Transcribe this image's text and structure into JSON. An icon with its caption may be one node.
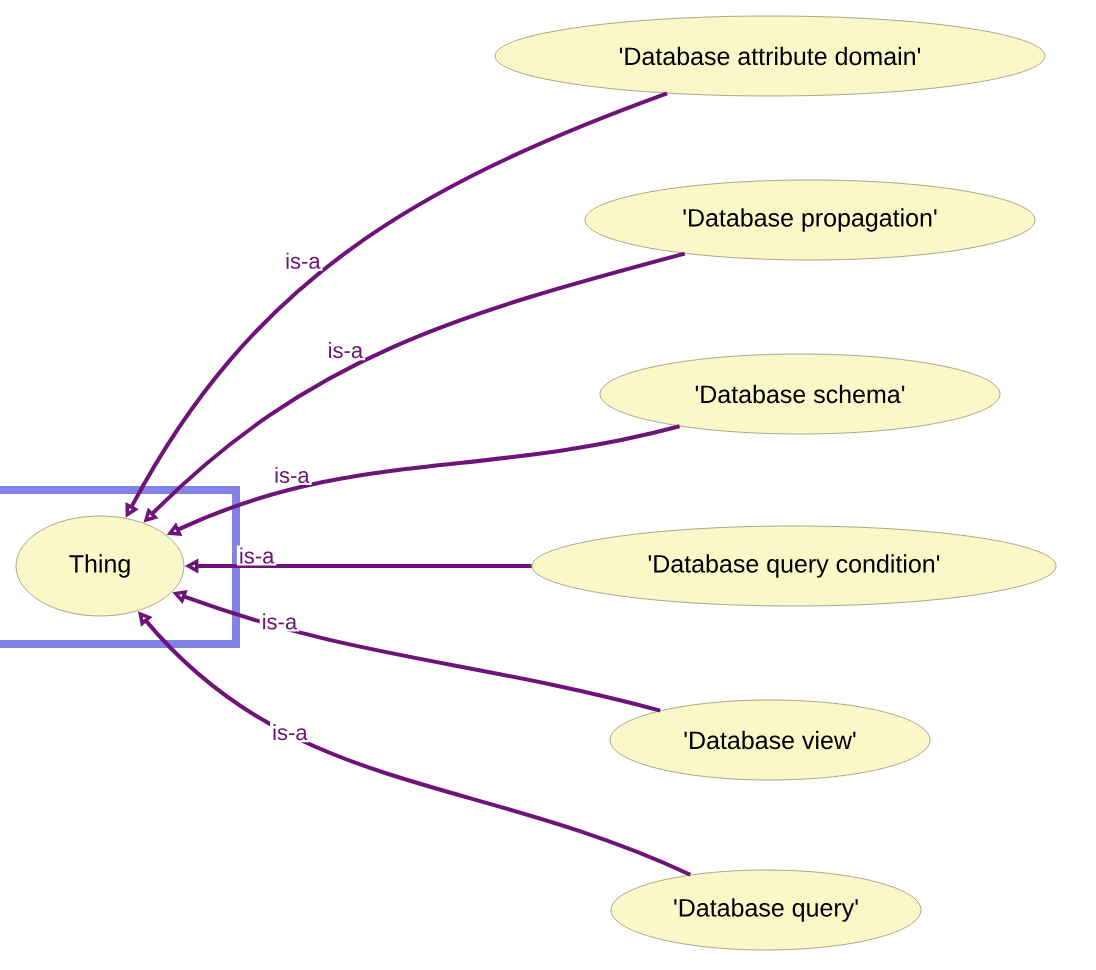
{
  "diagram": {
    "nodes": [
      {
        "text": [
          "Thing"
        ]
      },
      {
        "text": [
          "'Database attribute domain'"
        ]
      },
      {
        "text": [
          "'Database propagation'"
        ]
      },
      {
        "text": [
          "'Database schema'"
        ]
      },
      {
        "text": [
          "'Database query condition'"
        ]
      },
      {
        "text": [
          "'Database view'"
        ]
      },
      {
        "text": [
          "'Database query'"
        ]
      }
    ],
    "edges": [
      {
        "from": 1,
        "to": 0,
        "arrow": "to",
        "label": "is-a"
      },
      {
        "from": 2,
        "to": 0,
        "arrow": "to",
        "label": "is-a"
      },
      {
        "from": 3,
        "to": 0,
        "arrow": "to",
        "label": "is-a"
      },
      {
        "from": 4,
        "to": 0,
        "arrow": "to",
        "label": "is-a"
      },
      {
        "from": 5,
        "to": 0,
        "arrow": "to",
        "label": "is-a"
      },
      {
        "from": 6,
        "to": 0,
        "arrow": "to",
        "label": "is-a"
      }
    ]
  }
}
